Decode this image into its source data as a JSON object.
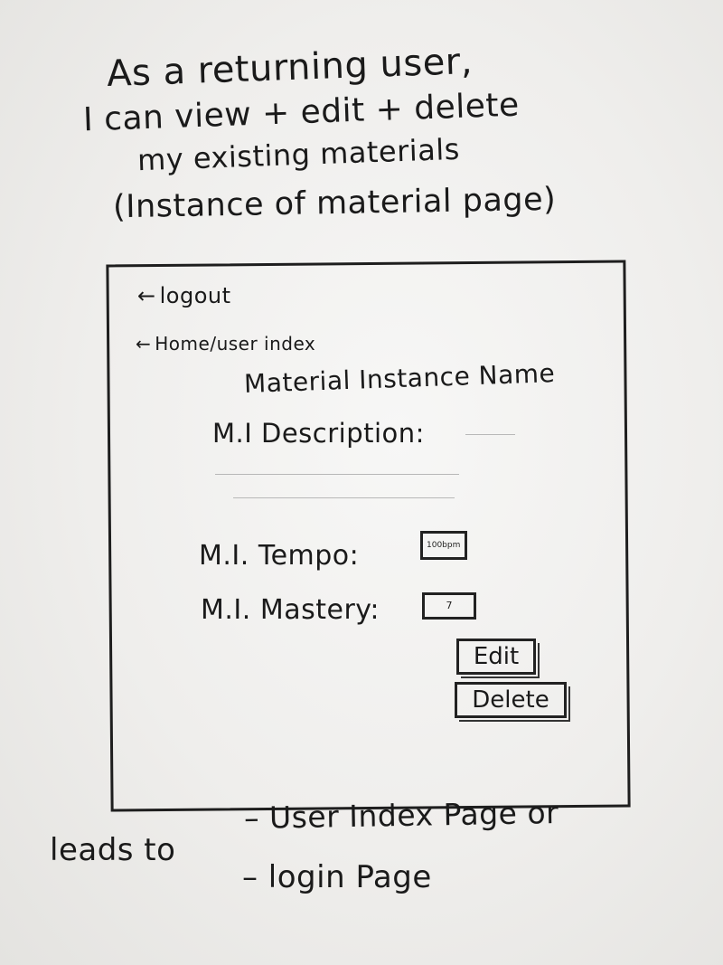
{
  "story": {
    "line1": "As a returning user,",
    "line2": "I can view + edit + delete",
    "line3": "my existing materials",
    "line4": "(Instance of material page)"
  },
  "wireframe": {
    "logout_arrow": "←",
    "logout_label": "logout",
    "home_arrow": "←",
    "home_label": "Home/user index",
    "title": "Material Instance Name",
    "description_label": "M.I Description:",
    "tempo_label": "M.I. Tempo:",
    "tempo_value": "100bpm",
    "mastery_label": "M.I. Mastery:",
    "mastery_value": "7",
    "edit_label": "Edit",
    "delete_label": "Delete"
  },
  "footer": {
    "leads_to": "leads to",
    "option1": "– User Index Page or",
    "option2": "– login Page"
  }
}
